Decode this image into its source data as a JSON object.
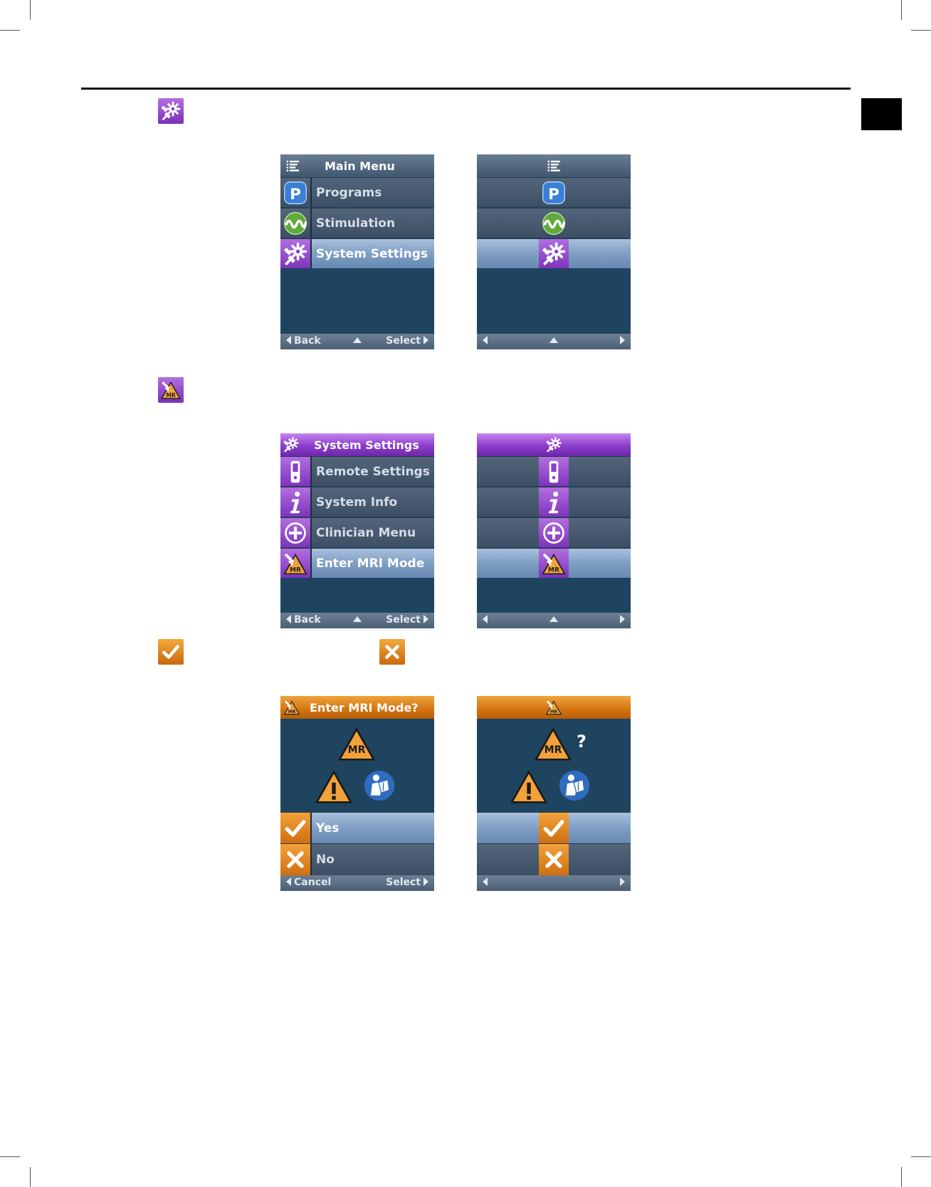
{
  "section1": {
    "screen_text": {
      "title": "Main Menu",
      "items": [
        {
          "label": "Programs",
          "icon": "programs-p-icon"
        },
        {
          "label": "Stimulation",
          "icon": "stimulation-wave-icon"
        },
        {
          "label": "System Settings",
          "icon": "system-settings-icon",
          "selected": true
        }
      ],
      "footer": {
        "left": "Back",
        "right": "Select"
      }
    },
    "screen_icons": {
      "title_icon": "menu-list-icon",
      "items": [
        "programs-p-icon",
        "stimulation-wave-icon",
        "system-settings-icon"
      ],
      "selected_index": 2
    }
  },
  "section2": {
    "screen_text": {
      "title": "System Settings",
      "items": [
        {
          "label": "Remote Settings",
          "icon": "remote-icon"
        },
        {
          "label": "System Info",
          "icon": "info-icon"
        },
        {
          "label": "Clinician Menu",
          "icon": "clinician-plus-icon"
        },
        {
          "label": "Enter MRI Mode",
          "icon": "mri-mode-icon",
          "selected": true
        }
      ],
      "footer": {
        "left": "Back",
        "right": "Select"
      }
    }
  },
  "section3": {
    "screen_text": {
      "title": "Enter MRI Mode?",
      "mr_label": "MR",
      "options": [
        {
          "label": "Yes",
          "icon": "check-icon",
          "selected": true
        },
        {
          "label": "No",
          "icon": "x-icon"
        }
      ],
      "footer": {
        "left": "Cancel",
        "right": "Select"
      }
    },
    "screen_icons": {
      "question_mark": "?",
      "mr_label": "MR"
    }
  },
  "colors": {
    "purple": "#8a3ec9",
    "orange": "#d27412",
    "screen_bg": "#1f4460",
    "selected_row": "#7e9ec4"
  }
}
